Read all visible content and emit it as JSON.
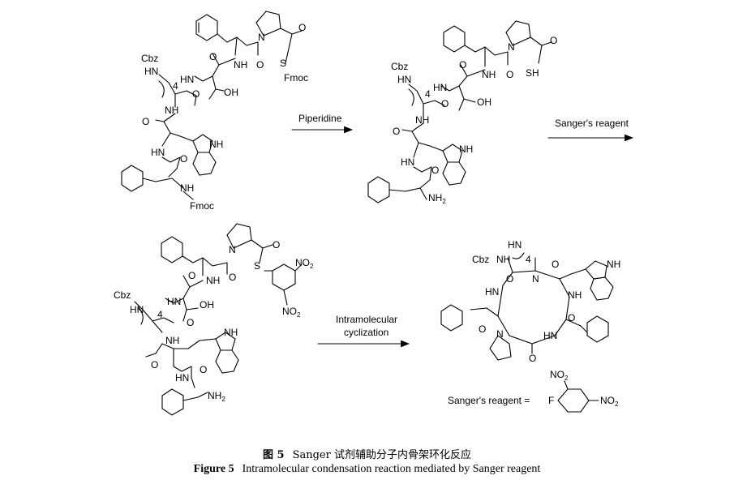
{
  "arrows": {
    "arrow1_label": "Piperidine",
    "arrow2_label": "Sanger's reagent",
    "arrow3_label_line1": "Intramolecular",
    "arrow3_label_line2": "cyclization"
  },
  "labels": {
    "cbz": "Cbz",
    "fmoc": "Fmoc",
    "nh": "NH",
    "hn": "HN",
    "n": "N",
    "o": "O",
    "s": "S",
    "oh": "OH",
    "sh": "SH",
    "nh2": "NH",
    "nh2_sub": "2",
    "no2": "NO",
    "no2_sub": "2",
    "f": "F",
    "ring_size": "4"
  },
  "legend": {
    "sanger_reagent_label": "Sanger's reagent ="
  },
  "caption": {
    "cn_label": "图 5",
    "cn_text": "Sanger 试剂辅助分子内骨架环化反应",
    "en_label": "Figure 5",
    "en_text": "Intramolecular condensation reaction mediated by Sanger reagent"
  }
}
